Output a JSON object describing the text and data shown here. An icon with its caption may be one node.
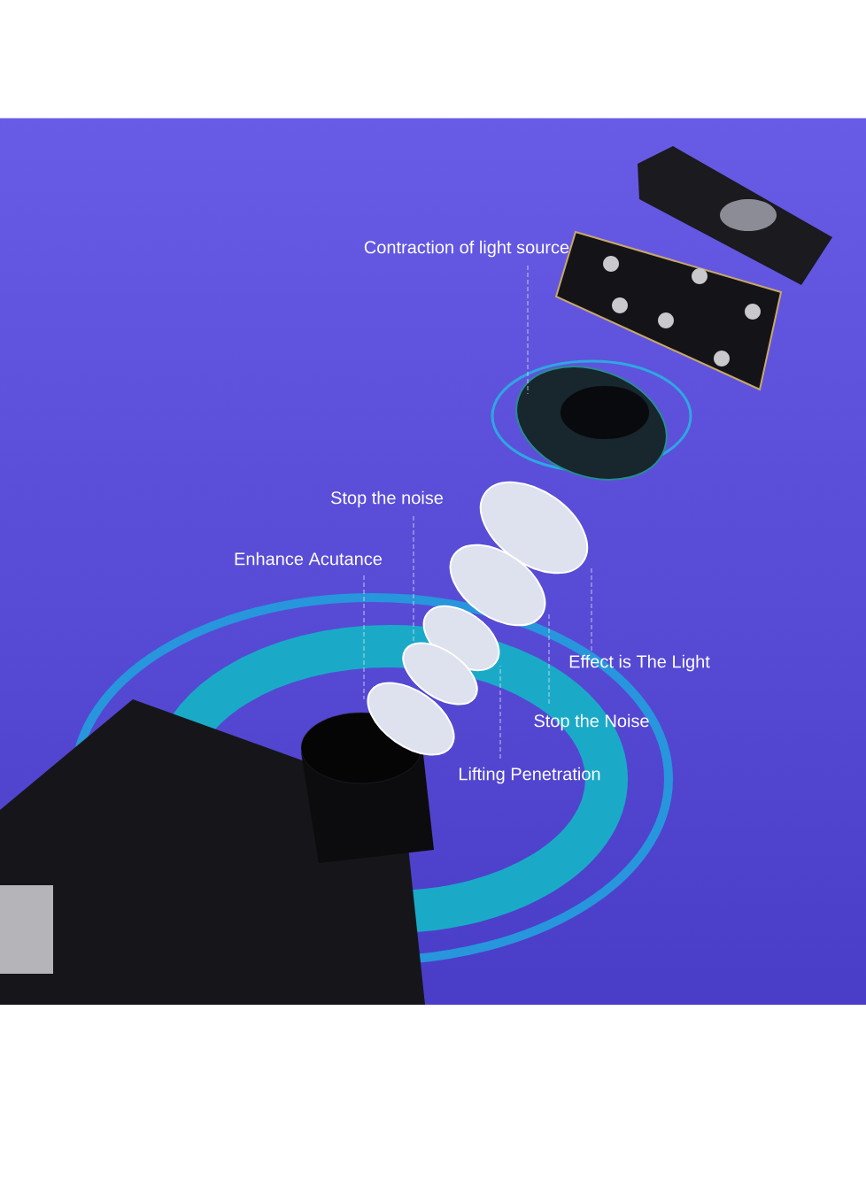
{
  "diagram": {
    "nodes": [
      {
        "text": [
          "Contraction of light source"
        ]
      },
      {
        "text": [
          "Stop the noise"
        ]
      },
      {
        "text": [
          "Enhance Acutance"
        ]
      },
      {
        "text": [
          "Effect is The Light"
        ]
      },
      {
        "text": [
          "Stop the Noise"
        ]
      },
      {
        "text": [
          "Lifting Penetration"
        ]
      },
      {
        "text": [],
        "shape": "picture"
      },
      {
        "text": [],
        "shape": "picture"
      },
      {
        "text": [],
        "shape": "picture"
      },
      {
        "text": [],
        "shape": "picture"
      },
      {
        "text": [],
        "shape": "picture"
      },
      {
        "text": [],
        "shape": "picture"
      }
    ],
    "edges": [
      {
        "from": 0,
        "to": 6,
        "arrow": "none"
      },
      {
        "from": 1,
        "to": 10,
        "arrow": "none"
      },
      {
        "from": 2,
        "to": 11,
        "arrow": "none"
      },
      {
        "from": 3,
        "to": 7,
        "arrow": "none"
      },
      {
        "from": 4,
        "to": 8,
        "arrow": "none"
      },
      {
        "from": 5,
        "to": 9,
        "arrow": "none"
      }
    ]
  }
}
